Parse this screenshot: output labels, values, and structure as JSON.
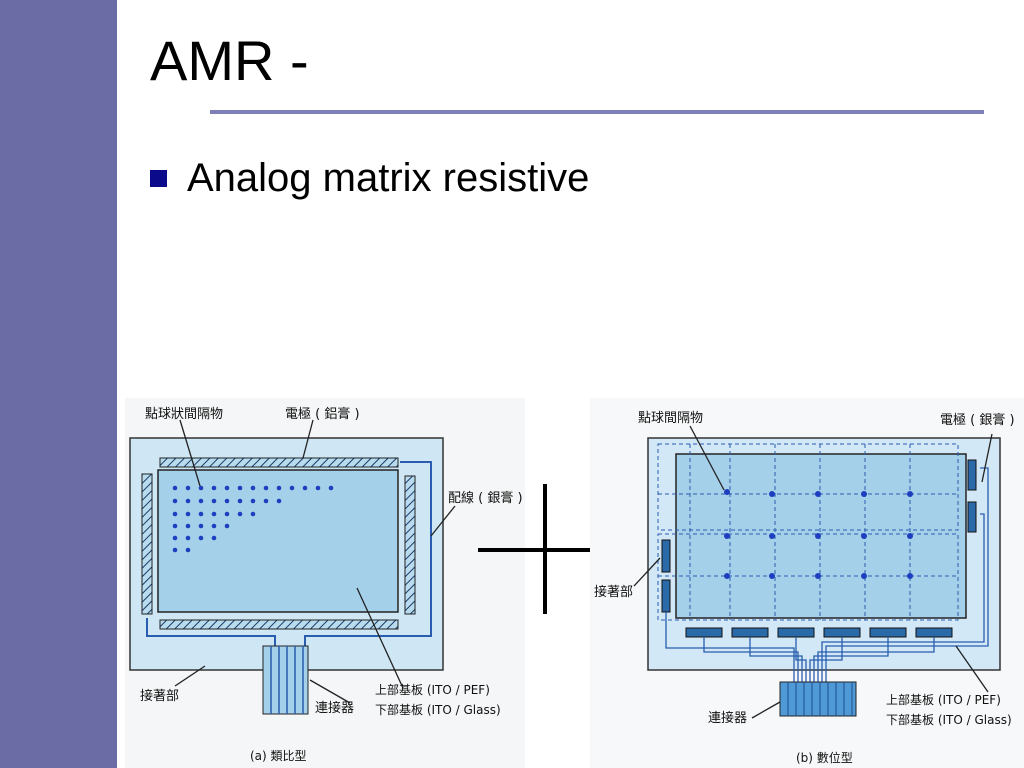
{
  "slide": {
    "title": "AMR -",
    "bullet": "Analog matrix resistive"
  },
  "figure_a": {
    "spacer_label": "點球狀間隔物",
    "electrode_label": "電極 ( 鋁膏 )",
    "wiring_label": "配線 ( 銀膏 )",
    "adhesive_label": "接著部",
    "connector_label": "連接器",
    "upper_substrate_label": "上部基板 (ITO / PEF)",
    "lower_substrate_label": "下部基板 (ITO / Glass)",
    "caption": "(a) 類比型"
  },
  "figure_b": {
    "spacer_label": "點球間隔物",
    "electrode_label": "電極 ( 銀膏 )",
    "adhesive_label": "接著部",
    "connector_label": "連接器",
    "upper_substrate_label": "上部基板 (ITO / PEF)",
    "lower_substrate_label": "下部基板 (ITO / Glass)",
    "caption": "(b) 數位型"
  },
  "colors": {
    "sidebar": "#6b6ba6",
    "rule": "#8080b8",
    "bullet": "#0a0a8a",
    "panel_fill": "#a8d4ee",
    "panel_light": "#d7ecf8",
    "wire": "#2a5db0",
    "electrode_dark": "#2a6aa8",
    "dot": "#1d3fbf"
  }
}
